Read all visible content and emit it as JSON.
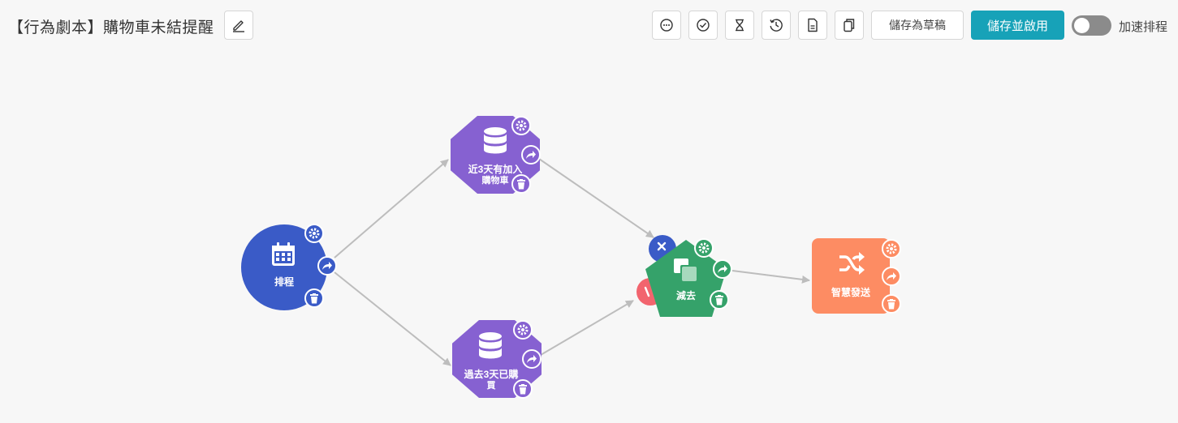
{
  "header": {
    "title": "【行為劇本】購物車未結提醒",
    "save_draft_label": "儲存為草稿",
    "save_enable_label": "儲存並啟用",
    "accelerate_label": "加速排程",
    "accelerate_on": false
  },
  "toolbar_icons": [
    "comment-icon",
    "check-circle-icon",
    "hourglass-icon",
    "history-icon",
    "document-icon",
    "copy-icon"
  ],
  "nodes": {
    "schedule": {
      "label": "排程",
      "color": "#3a5bc7"
    },
    "cart_added": {
      "label_line1": "近3天有加入",
      "label_line2": "購物車",
      "color": "#8661d1"
    },
    "purchased": {
      "label_line1": "過去3天已購",
      "label_line2": "買",
      "color": "#8661d1"
    },
    "subtract": {
      "label": "減去",
      "color": "#35a26a"
    },
    "smart_send": {
      "label": "智慧發送",
      "color": "#fd8c63"
    }
  },
  "colors": {
    "accent": "#17a2b8",
    "edge": "#bdbdbd",
    "minus_red": "#f2646e",
    "cross_blue": "#3a5bc7"
  }
}
